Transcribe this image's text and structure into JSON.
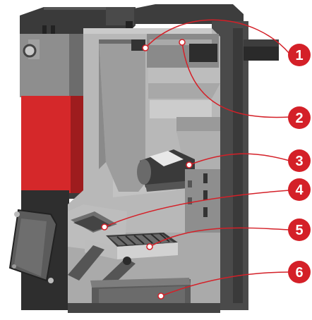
{
  "colors": {
    "callout_fill": "#d42028",
    "leader_line": "#d42028",
    "cabinet_red": "#d5282a",
    "metal_dark": "#2b2b2b",
    "metal_mid": "#8c8c8c",
    "metal_light": "#c7c7c7",
    "interior": "#b3b3b3"
  },
  "callouts": [
    {
      "number": "1"
    },
    {
      "number": "2"
    },
    {
      "number": "3"
    },
    {
      "number": "4"
    },
    {
      "number": "5"
    },
    {
      "number": "6"
    }
  ]
}
